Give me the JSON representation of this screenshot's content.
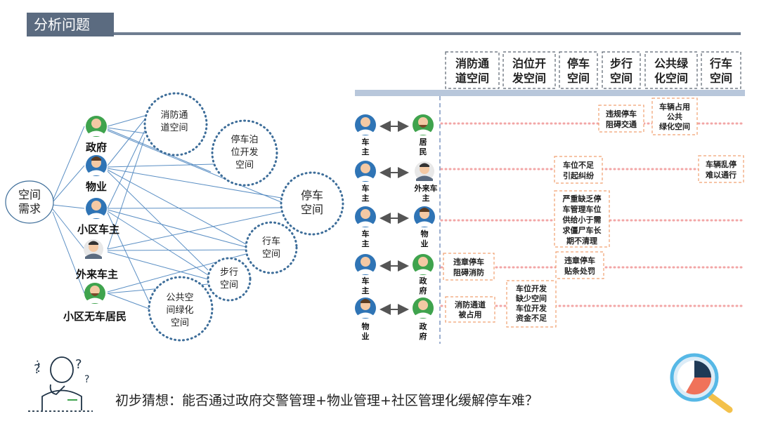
{
  "page_title": "分析问题",
  "left_diagram": {
    "center_label": [
      "空间",
      "需求"
    ],
    "actors": [
      {
        "label": "政府",
        "icon": "official-avatar-icon"
      },
      {
        "label": "物业",
        "icon": "property-avatar-icon"
      },
      {
        "label": "小区车主",
        "icon": "resident-car-owner-avatar-icon"
      },
      {
        "label": "外来车主",
        "icon": "visitor-car-owner-avatar-icon"
      },
      {
        "label": "小区无车居民",
        "icon": "resident-no-car-avatar-icon"
      }
    ],
    "spaces": [
      {
        "lines": [
          "消防通",
          "道空间"
        ]
      },
      {
        "lines": [
          "停车泊",
          "位开发",
          "空间"
        ]
      },
      {
        "lines": [
          "停车",
          "空间"
        ]
      },
      {
        "lines": [
          "行车",
          "空间"
        ]
      },
      {
        "lines": [
          "步行",
          "空间"
        ]
      },
      {
        "lines": [
          "公共空",
          "间绿化",
          "空间"
        ]
      }
    ]
  },
  "right_table": {
    "headers": [
      [
        "消防通",
        "道空间"
      ],
      [
        "泊位开",
        "发空间"
      ],
      [
        "停车",
        "空间"
      ],
      [
        "步行",
        "空间"
      ],
      [
        "公共绿",
        "化空间"
      ],
      [
        "行车",
        "空间"
      ]
    ],
    "rows": [
      {
        "left": [
          "车",
          "主"
        ],
        "right": [
          "居",
          "民"
        ]
      },
      {
        "left": [
          "车",
          "主"
        ],
        "right": [
          "外来车",
          "主"
        ]
      },
      {
        "left": [
          "车",
          "主"
        ],
        "right": [
          "物",
          "业"
        ]
      },
      {
        "left": [
          "车",
          "主"
        ],
        "right": [
          "政",
          "府"
        ]
      },
      {
        "left": [
          "物",
          "业"
        ],
        "right": [
          "政",
          "府"
        ]
      }
    ],
    "conflicts": [
      {
        "row": 0,
        "lines": [
          "违规停车",
          "阻碍交通"
        ]
      },
      {
        "row": 0,
        "lines": [
          "车辆占用",
          "公共",
          "绿化空间"
        ]
      },
      {
        "row": 1,
        "lines": [
          "车位不足",
          "引起纠纷"
        ]
      },
      {
        "row": 1,
        "lines": [
          "车辆乱停",
          "难以通行"
        ]
      },
      {
        "row": 2,
        "lines": [
          "严重缺乏停",
          "车管理车位",
          "供给小于需",
          "求僵尸车长",
          "期不清理"
        ]
      },
      {
        "row": 3,
        "lines": [
          "违章停车",
          "阻碍消防"
        ]
      },
      {
        "row": 3,
        "lines": [
          "违章停车",
          "贴条处罚"
        ]
      },
      {
        "row": 4,
        "lines": [
          "消防通道",
          "被占用"
        ]
      },
      {
        "row": 4,
        "lines": [
          "车位开发",
          "缺少空间",
          "车位开发",
          "资金不足"
        ]
      }
    ]
  },
  "conclusion": "初步猜想：能否通过政府交警管理+物业管理+社区管理化缓解停车难？",
  "colors": {
    "title_bg": "#5b6b80",
    "circle_dots": "#3d6d99",
    "link_lines": "#5b8fc4",
    "conflict_line": "#f2a6a6",
    "tag_border": "#f0a070",
    "header_border": "#5a6470",
    "bar": "#b8c7db",
    "avatar_blue": "#2f74b5",
    "avatar_green": "#3fa34d"
  }
}
